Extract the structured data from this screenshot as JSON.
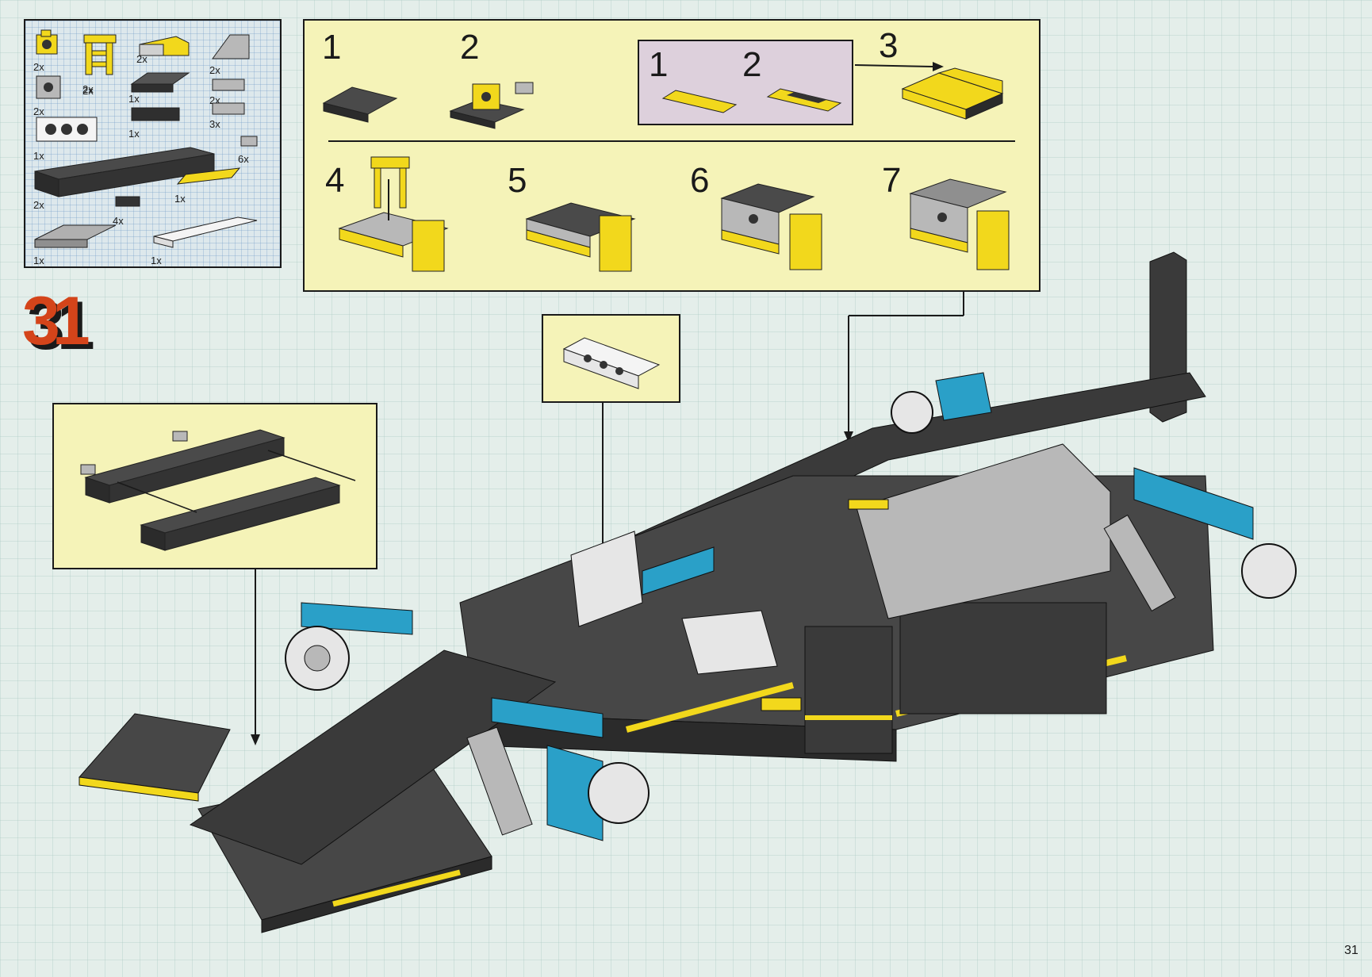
{
  "page": {
    "step_number": "31",
    "page_number": "31"
  },
  "parts": [
    {
      "qty": "2x"
    },
    {
      "qty": "2x"
    },
    {
      "qty": "2x"
    },
    {
      "qty": "2x"
    },
    {
      "qty": "2x"
    },
    {
      "qty": "1x"
    },
    {
      "qty": "2x"
    },
    {
      "qty": "2x"
    },
    {
      "qty": "1x"
    },
    {
      "qty": "3x"
    },
    {
      "qty": "1x"
    },
    {
      "qty": "6x"
    },
    {
      "qty": "2x"
    },
    {
      "qty": "1x"
    },
    {
      "qty": "4x"
    },
    {
      "qty": "1x"
    },
    {
      "qty": "1x"
    }
  ],
  "substeps": {
    "labels": [
      "1",
      "2",
      "3",
      "4",
      "5",
      "6",
      "7"
    ],
    "panel_labels": [
      "1",
      "2"
    ]
  },
  "colors": {
    "brick_black": "#3a3a3a",
    "brick_yellow": "#f2d81c",
    "brick_blue": "#2aa0c8",
    "brick_grey": "#a8a8a8",
    "panel_yellow": "#f5f3b8",
    "panel_pink": "#ddd0dc",
    "step_red": "#d4441a"
  }
}
